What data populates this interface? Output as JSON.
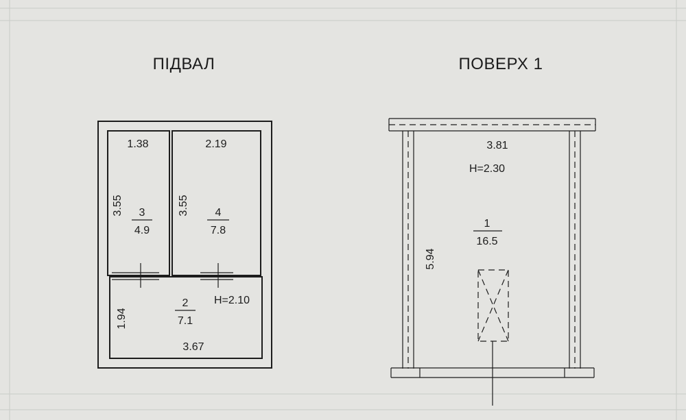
{
  "plans": [
    {
      "title": "ПІДВАЛ",
      "rooms": [
        {
          "number": "3",
          "area": "4.9",
          "width": "1.38",
          "height": "3.55"
        },
        {
          "number": "4",
          "area": "7.8",
          "width": "2.19",
          "height": "3.55"
        },
        {
          "number": "2",
          "area": "7.1",
          "width": "3.67",
          "height": "1.94",
          "ceiling": "H=2.10"
        }
      ]
    },
    {
      "title": "ПОВЕРХ 1",
      "rooms": [
        {
          "number": "1",
          "area": "16.5",
          "width": "3.81",
          "height": "5.94",
          "ceiling": "H=2.30"
        }
      ]
    }
  ]
}
